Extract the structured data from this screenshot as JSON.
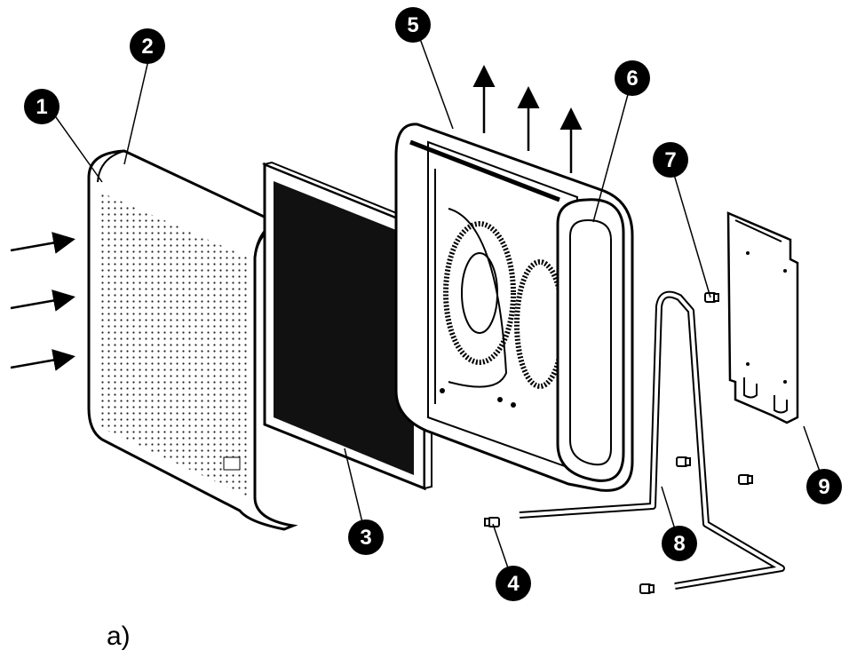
{
  "figure": {
    "caption": "a)",
    "callouts": [
      "1",
      "2",
      "3",
      "4",
      "5",
      "6",
      "7",
      "8",
      "9"
    ],
    "colors": {
      "ink": "#000000",
      "paper": "#ffffff",
      "filter_media": "#111111"
    },
    "icons": [
      "airflow-arrow-icon"
    ]
  }
}
